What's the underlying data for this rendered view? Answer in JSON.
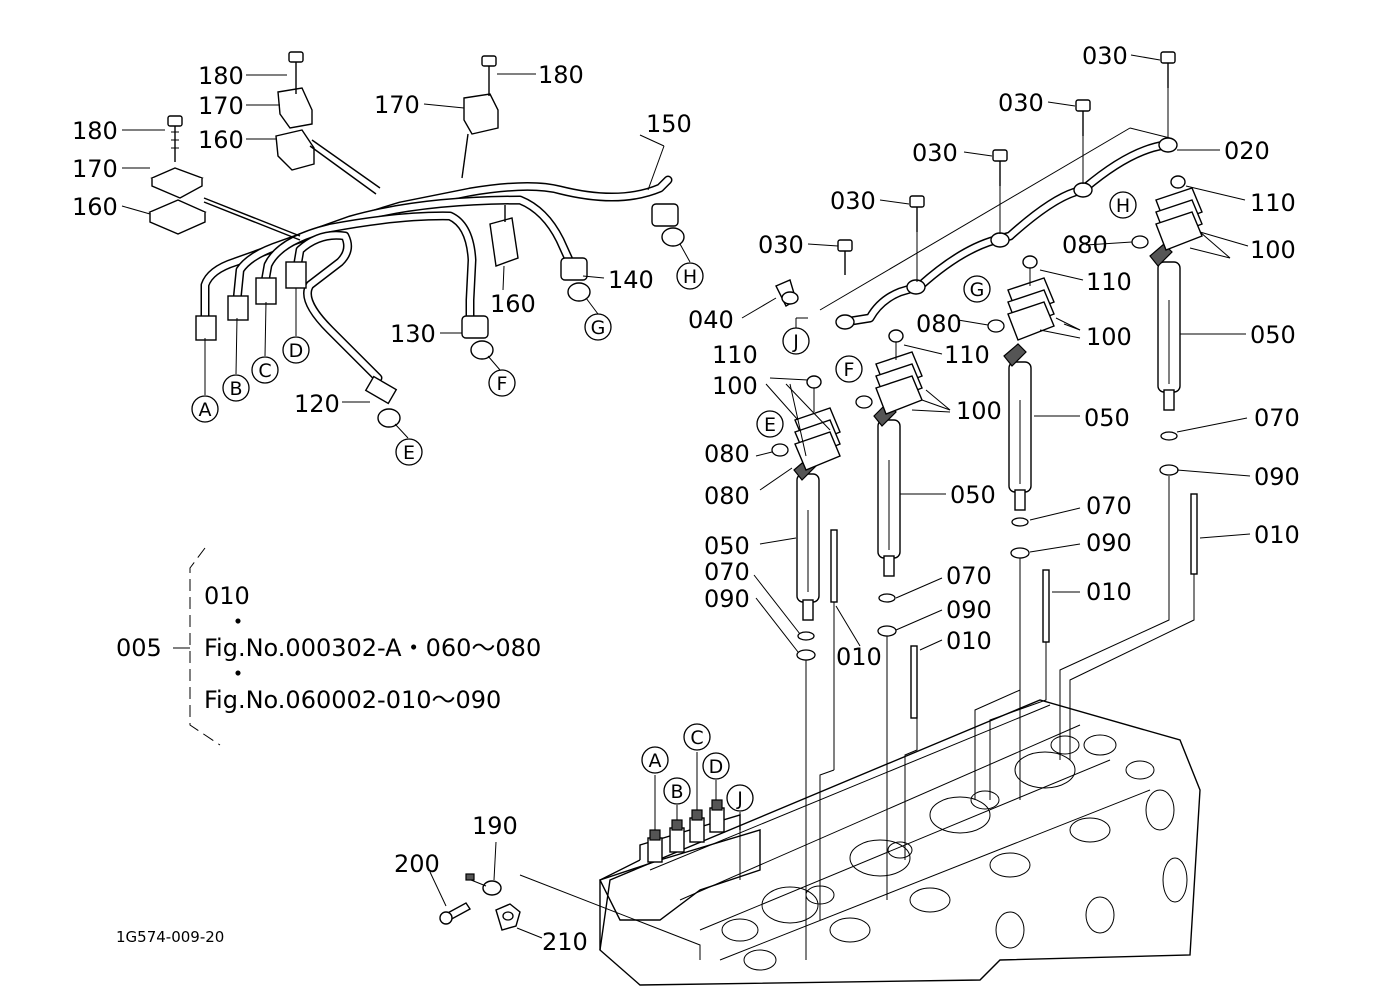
{
  "diagram": {
    "drawing_id": "1G574-009-20",
    "part_labels": {
      "p005": "005",
      "p010": "010",
      "p020": "020",
      "p030": "030",
      "p040": "040",
      "p050": "050",
      "p070": "070",
      "p080": "080",
      "p090": "090",
      "p100": "100",
      "p110": "110",
      "p120": "120",
      "p130": "130",
      "p140": "140",
      "p150": "150",
      "p160": "160",
      "p170": "170",
      "p180": "180",
      "p190": "190",
      "p200": "200",
      "p210": "210"
    },
    "callouts": {
      "A": "A",
      "B": "B",
      "C": "C",
      "D": "D",
      "E": "E",
      "F": "F",
      "G": "G",
      "H": "H",
      "J": "J"
    },
    "kit_note": {
      "line1": "010",
      "line2": "Fig.No.000302-A・060～080",
      "line3": "Fig.No.060002-010～090",
      "dot": "・"
    }
  }
}
